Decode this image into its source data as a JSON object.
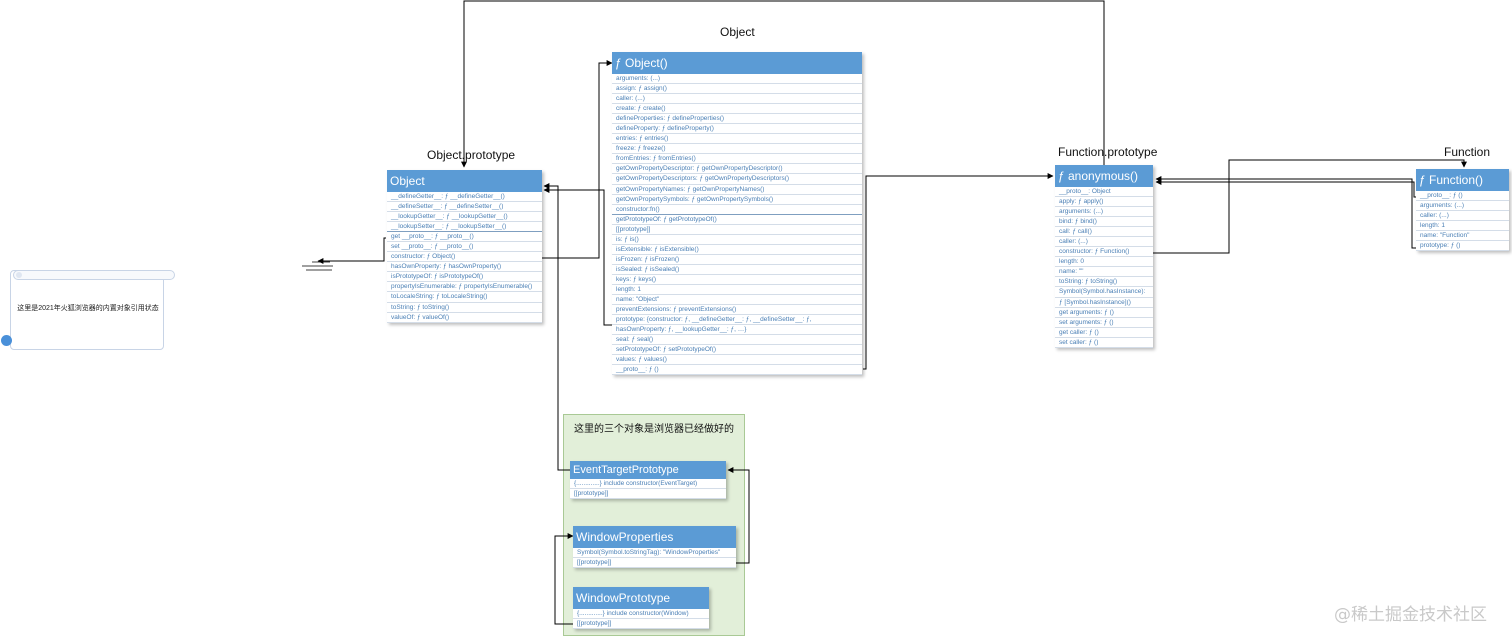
{
  "labels": {
    "object": "Object",
    "object_prototype": "Object.prototype",
    "function_prototype": "Function.prototype",
    "function": "Function"
  },
  "note": {
    "text": "这里是2021年火狐浏览器的内置对象引用状态"
  },
  "green_box": {
    "title": "这里的三个对象是浏览器已经做好的"
  },
  "watermark": "@稀土掘金技术社区",
  "boxes": {
    "object_prototype": {
      "title": "Object",
      "rows": [
        "__defineGetter__: ƒ __defineGetter__()",
        "__defineSetter__: ƒ __defineSetter__()",
        "__lookupGetter__: ƒ __lookupGetter__()",
        "__lookupSetter__: ƒ __lookupSetter__()",
        "get __proto__: ƒ __proto__()",
        "set __proto__: ƒ __proto__()",
        "constructor: ƒ Object()",
        "hasOwnProperty: ƒ hasOwnProperty()",
        "isPrototypeOf: ƒ isPrototypeOf()",
        "propertyIsEnumerable: ƒ propertyIsEnumerable()",
        "toLocaleString: ƒ toLocaleString()",
        "toString: ƒ toString()",
        "valueOf: ƒ valueOf()"
      ]
    },
    "object": {
      "title": "ƒ Object()",
      "rows": [
        "arguments: (...)",
        "assign: ƒ assign()",
        "caller: (...)",
        "create: ƒ create()",
        "defineProperties: ƒ defineProperties()",
        "defineProperty: ƒ defineProperty()",
        "entries: ƒ entries()",
        "freeze: ƒ freeze()",
        "fromEntries: ƒ fromEntries()",
        "getOwnPropertyDescriptor: ƒ getOwnPropertyDescriptor()",
        "getOwnPropertyDescriptors: ƒ getOwnPropertyDescriptors()",
        "getOwnPropertyNames: ƒ getOwnPropertyNames()",
        "getOwnPropertySymbols: ƒ getOwnPropertySymbols()",
        "constructor:fn()",
        "getPrototypeOf: ƒ getPrototypeOf()",
        "[[prototype]]",
        "is: ƒ is()",
        "isExtensible: ƒ isExtensible()",
        "isFrozen: ƒ isFrozen()",
        "isSealed: ƒ isSealed()",
        "keys: ƒ keys()",
        "length: 1",
        "name: \"Object\"",
        "preventExtensions: ƒ preventExtensions()",
        "prototype: {constructor: ƒ, __defineGetter__: ƒ, __defineSetter__: ƒ,",
        "hasOwnProperty: ƒ, __lookupGetter__: ƒ, …}",
        "seal: ƒ seal()",
        "setPrototypeOf: ƒ setPrototypeOf()",
        "values: ƒ values()",
        "__proto__: ƒ ()"
      ]
    },
    "function_prototype": {
      "title": "ƒ anonymous()",
      "rows": [
        "__proto__: Object",
        "apply: ƒ apply()",
        "arguments: (...)",
        "bind: ƒ bind()",
        "call: ƒ call()",
        "caller: (...)",
        "constructor: ƒ Function()",
        "length: 0",
        "name: \"\"",
        "toString: ƒ toString()",
        "Symbol(Symbol.hasInstance):",
        "ƒ [Symbol.hasInstance]()",
        "get arguments: ƒ ()",
        "set arguments: ƒ ()",
        "get caller: ƒ ()",
        "set caller: ƒ ()"
      ]
    },
    "function": {
      "title": "ƒ Function()",
      "rows": [
        "__proto__: ƒ ()",
        "arguments: (...)",
        "caller: (...)",
        "length: 1",
        "name: \"Function\"",
        "prototype: ƒ ()"
      ]
    },
    "event_target_prototype": {
      "title": "EventTargetPrototype",
      "rows": [
        "{.............} include constructor(EventTarget)",
        "[[prototype]]"
      ]
    },
    "window_properties": {
      "title": "WindowProperties",
      "rows": [
        "Symbol(Symbol.toStringTag): \"WindowProperties\"",
        "[[prototype]]"
      ]
    },
    "window_prototype": {
      "title": "WindowPrototype",
      "rows": [
        "{.............} include constructor(Window)",
        "[[prototype]]"
      ]
    }
  }
}
